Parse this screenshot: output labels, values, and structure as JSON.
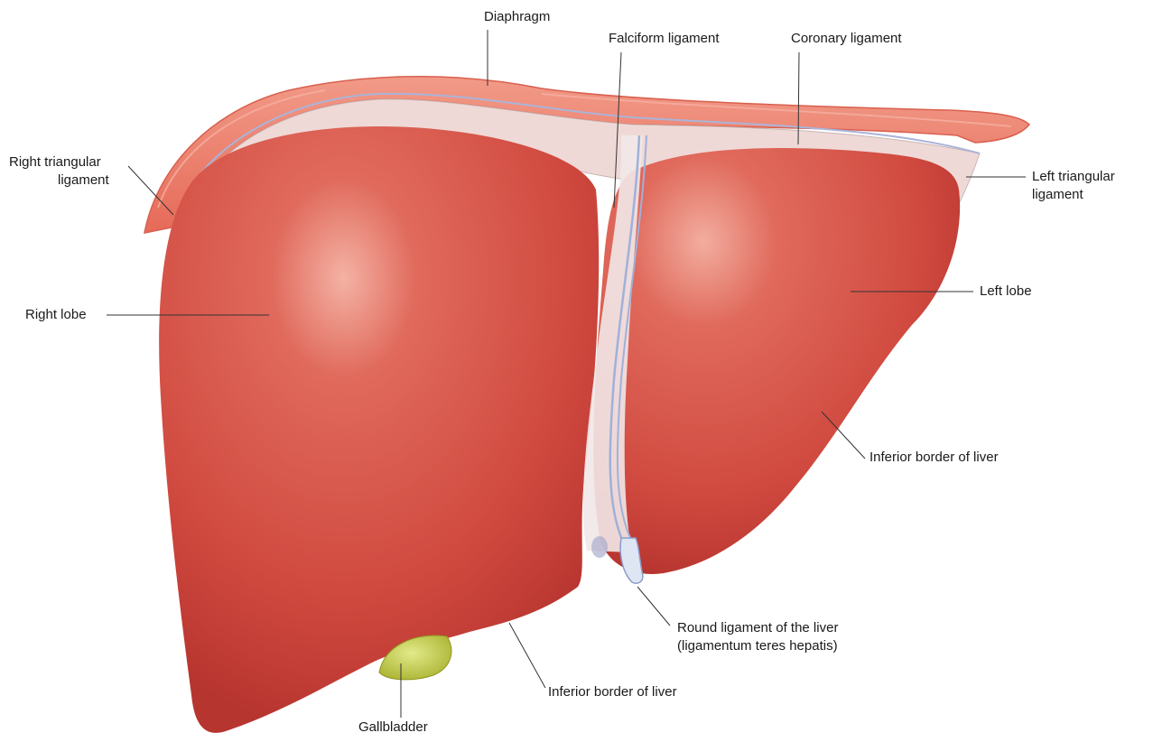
{
  "labels": {
    "diaphragm": "Diaphragm",
    "falciform": "Falciform ligament",
    "coronary": "Coronary ligament",
    "right_triangular": [
      "Right triangular",
      "ligament"
    ],
    "left_triangular": [
      "Left triangular",
      "ligament"
    ],
    "right_lobe": "Right lobe",
    "left_lobe": "Left lobe",
    "inferior_border_right": "Inferior border of liver",
    "inferior_border_left": "Inferior border of liver",
    "round_ligament": [
      "Round ligament of the liver",
      "(ligamentum teres hepatis)"
    ],
    "gallbladder": "Gallbladder"
  },
  "colors": {
    "liver": "#d7544a",
    "liver_dark": "#b53a33",
    "diaphragm": "#ef8a78",
    "ligament": "#e6dcdc",
    "gallbladder": "#b7c23a",
    "leader_line": "#333333"
  }
}
